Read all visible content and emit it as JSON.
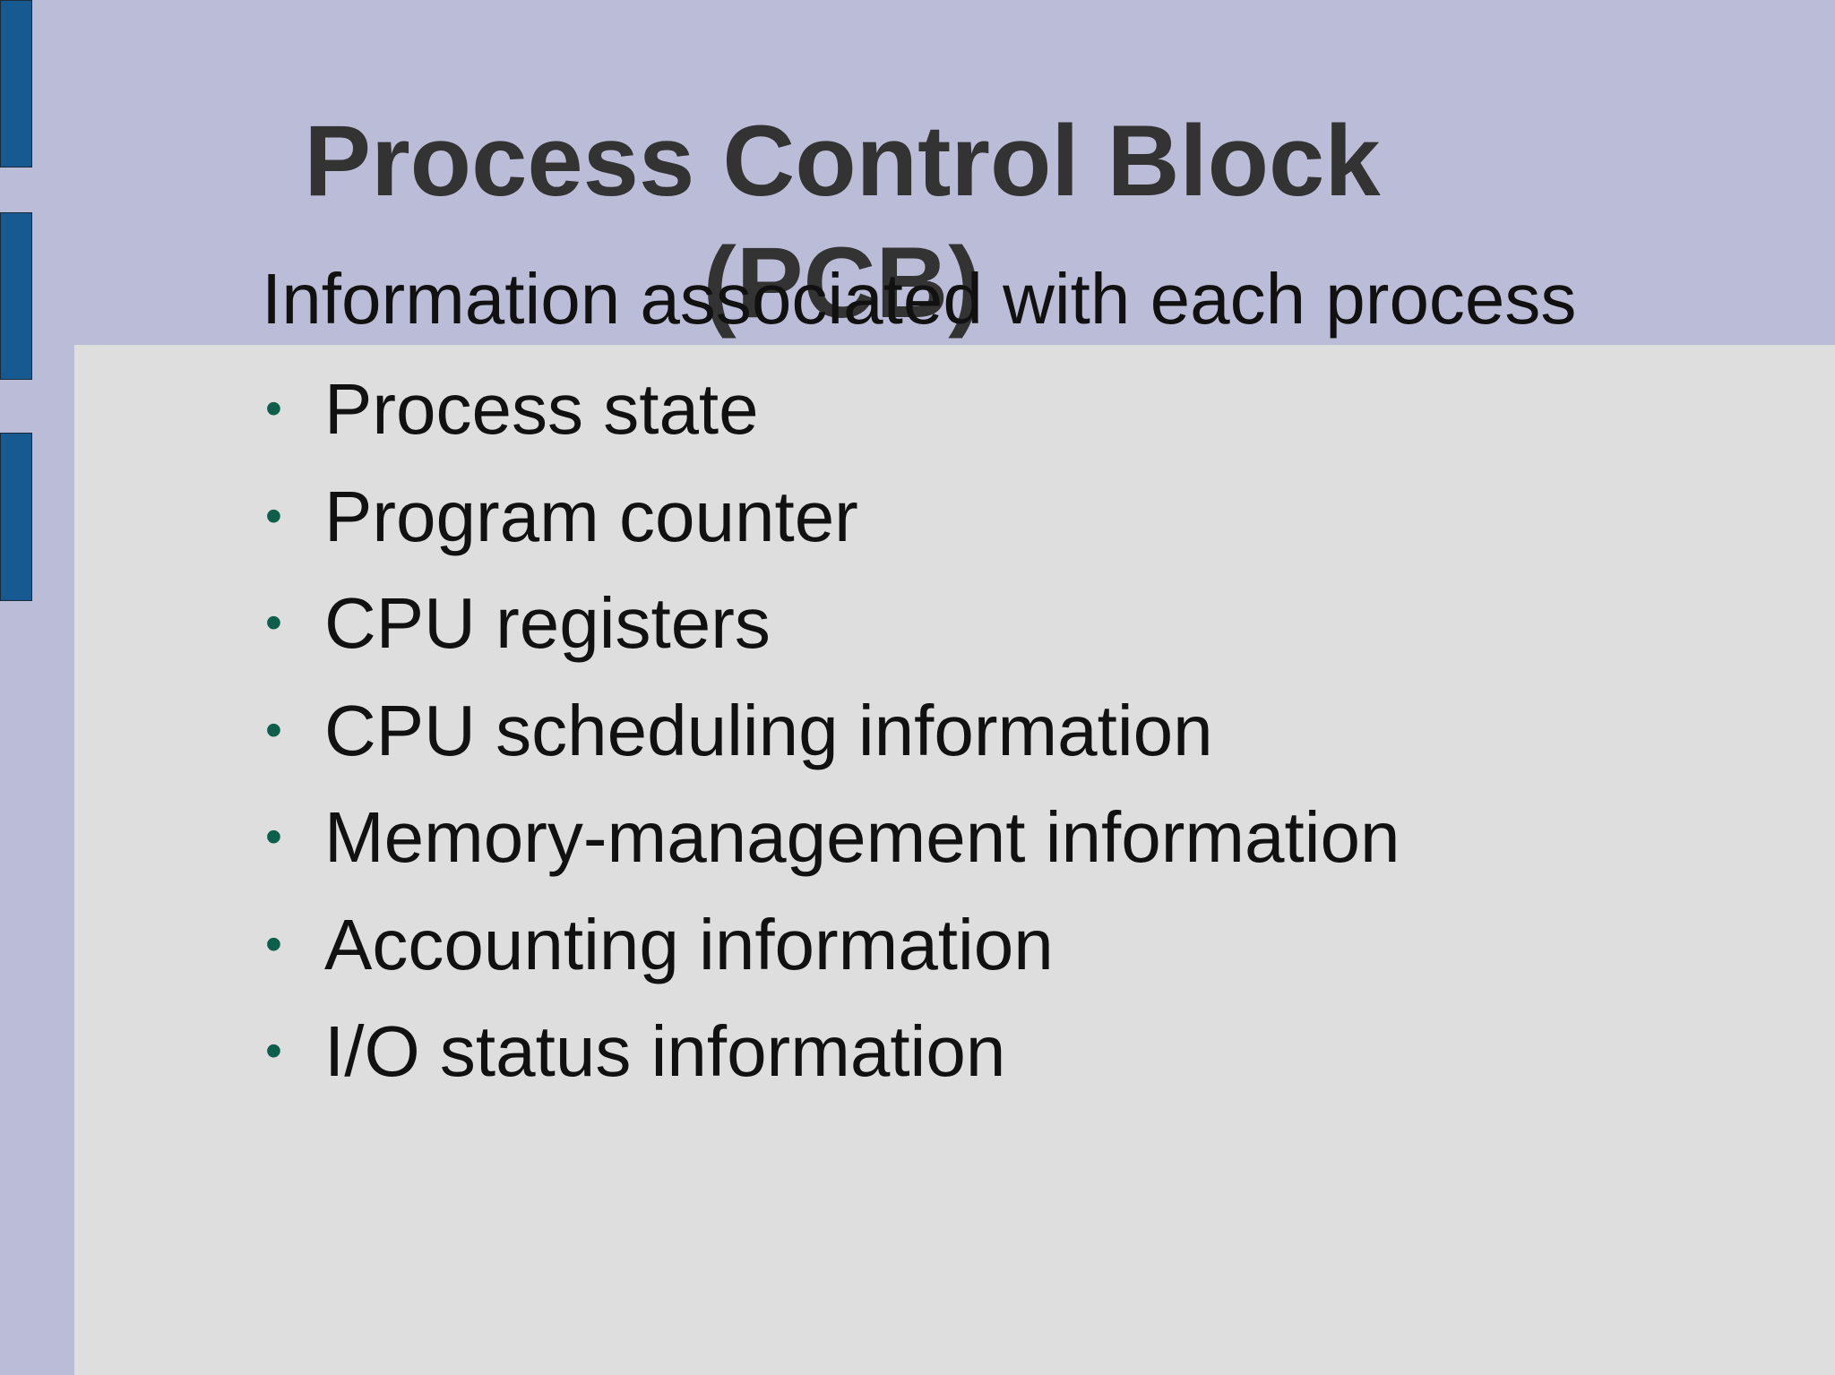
{
  "slide": {
    "title": "Process Control Block (PCB)",
    "intro": "Information associated with each process",
    "bullets": [
      "Process state",
      "Program counter",
      "CPU registers",
      "CPU scheduling information",
      "Memory-management information",
      "Accounting information",
      "I/O status information"
    ]
  },
  "colors": {
    "background": "#bbbdd8",
    "content_panel": "#dedede",
    "accent_bars": "#175a92",
    "title_text": "#333333",
    "body_text": "#111111",
    "bullet": "#0f5e4c"
  },
  "icons": {
    "bullet": "bullet-dot-icon"
  }
}
